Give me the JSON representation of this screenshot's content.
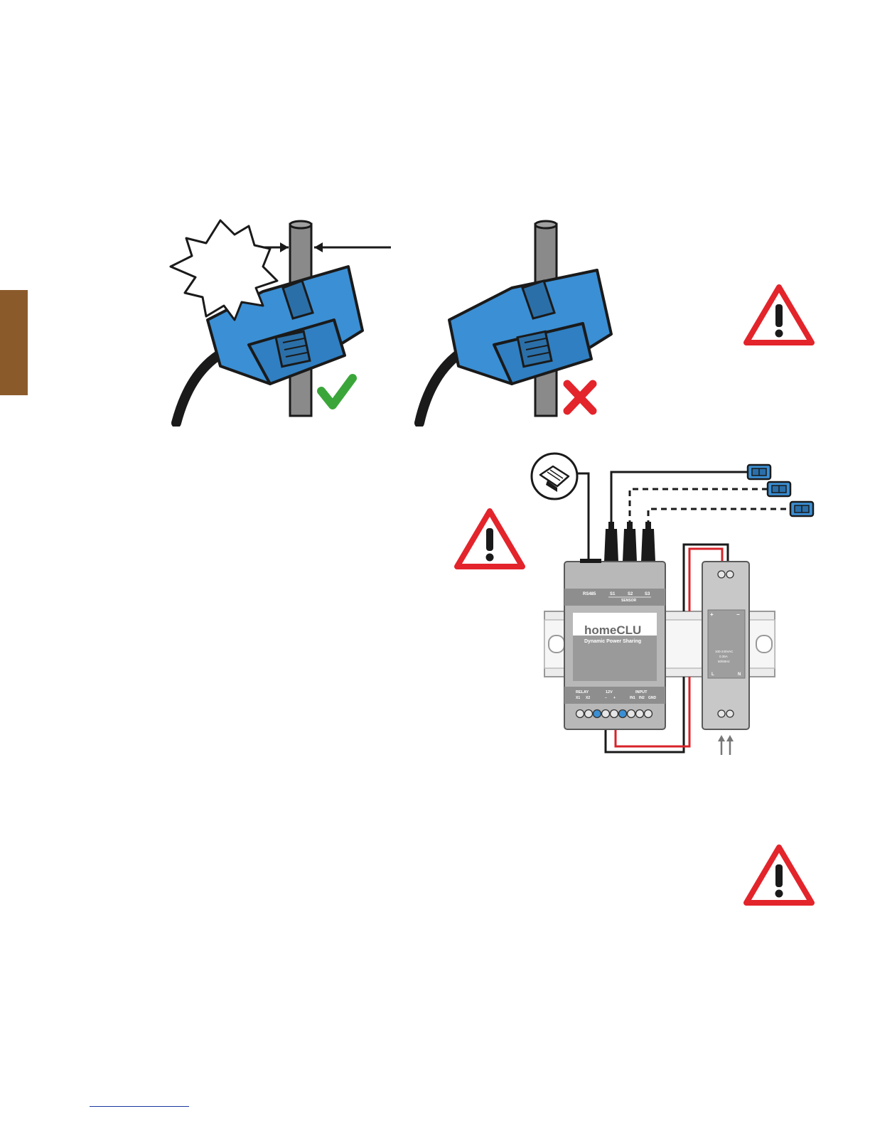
{
  "colors": {
    "side_tab": "#8b5a2b",
    "sensor_blue": "#3b8fd4",
    "warning_red": "#e3242b",
    "ok_green": "#3aa63a",
    "wrong_red": "#e3242b",
    "footer_line": "#1a3aa0"
  },
  "icons": {
    "clamp_correct_check": "check-icon",
    "clamp_wrong_cross": "cross-icon",
    "warning": "warning-triangle-icon",
    "ethernet": "rj45-connector-icon"
  },
  "device": {
    "brand": "homeCLU",
    "subtitle": "Dynamic Power Sharing",
    "rs485_label": "RS485",
    "sensor_s1": "S1",
    "sensor_s2": "S2",
    "sensor_s3": "S3",
    "sensor_label": "SENSOR",
    "relay_label": "RELAY",
    "relay_x1": "X1",
    "relay_x2": "X2",
    "v12_label": "12V",
    "v12_minus": "−",
    "v12_plus": "+",
    "input_label": "INPUT",
    "input_in1": "IN1",
    "input_in2": "IN2",
    "input_gnd": "GND"
  },
  "psu": {
    "plus": "+",
    "minus": "−",
    "spec_line1": "100-240VAC",
    "spec_line2": "0.35A",
    "spec_line3": "50/60Hz",
    "l_label": "L",
    "n_label": "N"
  }
}
